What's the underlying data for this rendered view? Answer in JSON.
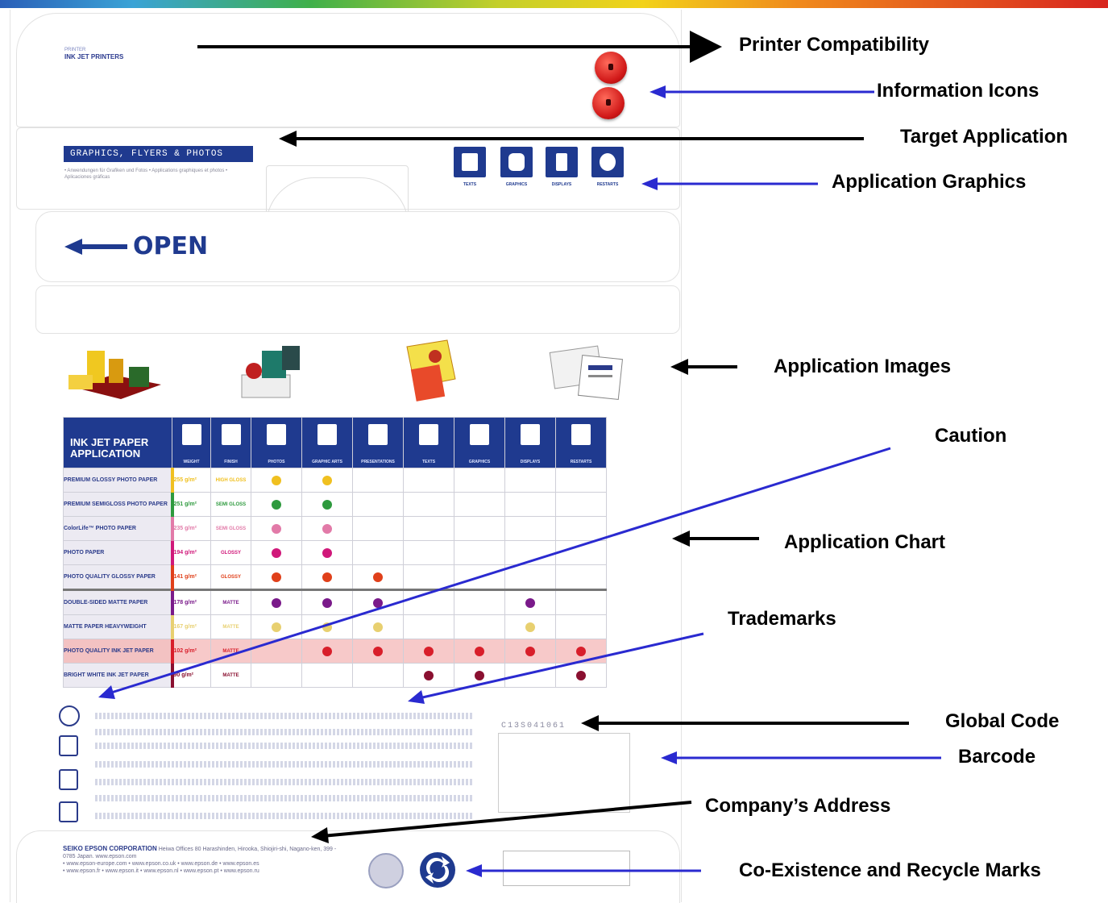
{
  "package": {
    "printer_label": "PRINTER",
    "printer_value": "INK JET PRINTERS",
    "application_band": "GRAPHICS, FLYERS & PHOTOS",
    "application_text": "• Anwendungen für Grafiken und Fotos • Applications graphiques et photos • Aplicaciones gráficas",
    "app_icons": [
      {
        "label": "TEXTS",
        "icon": "text-doc-icon"
      },
      {
        "label": "GRAPHICS",
        "icon": "graphics-icon"
      },
      {
        "label": "DISPLAYS",
        "icon": "display-icon"
      },
      {
        "label": "RESTARTS",
        "icon": "globe-icon"
      }
    ],
    "open_label": "OPEN",
    "global_code": "C13S041061",
    "company_name": "SEIKO EPSON CORPORATION",
    "company_address": "Heiwa Offices 80 Harashinden, Hirooka, Shiojiri-shi, Nagano-ken, 399 - 0785 Japan. www.epson.com",
    "company_websites_1": "• www.epson-europe.com • www.epson.co.uk • www.epson.de • www.epson.es",
    "company_websites_2": "• www.epson.fr • www.epson.it • www.epson.nl • www.epson.pt • www.epson.ru"
  },
  "chart": {
    "header_title": "INK JET PAPER APPLICATION",
    "columns": [
      {
        "label": "WEIGHT",
        "icon": "scale-icon"
      },
      {
        "label": "FINISH",
        "icon": "finish-icon"
      },
      {
        "label": "PHOTOS",
        "icon": "camera-icon"
      },
      {
        "label": "GRAPHIC ARTS",
        "icon": "graphic-arts-icon"
      },
      {
        "label": "PRESENTATIONS",
        "icon": "presentation-icon"
      },
      {
        "label": "TEXTS",
        "icon": "text-doc-icon"
      },
      {
        "label": "GRAPHICS",
        "icon": "graphics-icon"
      },
      {
        "label": "DISPLAYS",
        "icon": "display-icon"
      },
      {
        "label": "RESTARTS",
        "icon": "globe-icon"
      }
    ],
    "rows": [
      {
        "name": "PREMIUM GLOSSY PHOTO PAPER",
        "weight": "255 g/m²",
        "finish": "HIGH GLOSS",
        "color": "#f0c020",
        "dots": [
          1,
          1,
          0,
          0,
          0,
          0,
          0
        ]
      },
      {
        "name": "PREMIUM SEMIGLOSS PHOTO PAPER",
        "weight": "251 g/m²",
        "finish": "SEMI GLOSS",
        "color": "#2e9a3e",
        "dots": [
          1,
          1,
          0,
          0,
          0,
          0,
          0
        ]
      },
      {
        "name": "ColorLife™ PHOTO PAPER",
        "weight": "235 g/m²",
        "finish": "SEMI GLOSS",
        "color": "#e27aa8",
        "dots": [
          1,
          1,
          0,
          0,
          0,
          0,
          0
        ]
      },
      {
        "name": "PHOTO PAPER",
        "weight": "194 g/m²",
        "finish": "GLOSSY",
        "color": "#d0187a",
        "dots": [
          1,
          1,
          0,
          0,
          0,
          0,
          0
        ]
      },
      {
        "name": "PHOTO QUALITY GLOSSY PAPER",
        "weight": "141 g/m²",
        "finish": "GLOSSY",
        "color": "#e0401a",
        "dots": [
          1,
          1,
          1,
          0,
          0,
          0,
          0
        ]
      },
      {
        "name": "DOUBLE-SIDED MATTE PAPER",
        "weight": "178 g/m²",
        "finish": "MATTE",
        "color": "#7a1a8a",
        "dots": [
          1,
          1,
          1,
          0,
          0,
          1,
          0
        ]
      },
      {
        "name": "MATTE PAPER HEAVYWEIGHT",
        "weight": "167 g/m²",
        "finish": "MATTE",
        "color": "#e8d070",
        "dots": [
          1,
          1,
          1,
          0,
          0,
          1,
          0
        ]
      },
      {
        "name": "PHOTO QUALITY INK JET PAPER",
        "weight": "102 g/m²",
        "finish": "MATTE",
        "color": "#d81e2a",
        "dots": [
          0,
          1,
          1,
          1,
          1,
          1,
          1
        ],
        "highlight": true
      },
      {
        "name": "BRIGHT WHITE INK JET PAPER",
        "weight": "90 g/m²",
        "finish": "MATTE",
        "color": "#8a1030",
        "dots": [
          0,
          0,
          0,
          1,
          1,
          0,
          1
        ]
      }
    ]
  },
  "annotations": {
    "printer_compatibility": "Printer Compatibility",
    "information_icons": "Information Icons",
    "target_application": "Target Application",
    "application_graphics": "Application Graphics",
    "application_images": "Application Images",
    "caution": "Caution",
    "application_chart": "Application Chart",
    "trademarks": "Trademarks",
    "global_code": "Global Code",
    "barcode": "Barcode",
    "company_address": "Company’s Address",
    "coexistence_recycle": "Co-Existence and Recycle Marks"
  },
  "colors": {
    "brand_navy": "#1f3a8f",
    "arrow_black": "#000000",
    "arrow_blue": "#2a2ad0"
  }
}
